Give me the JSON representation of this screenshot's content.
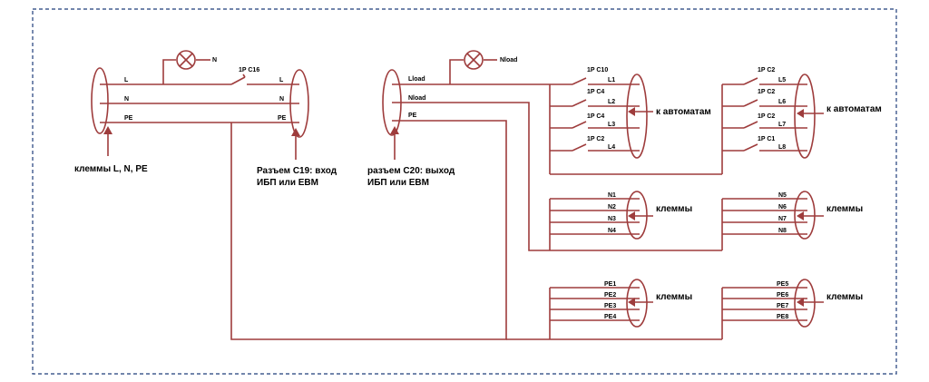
{
  "colors": {
    "wire": "#9e3c3c",
    "border": "#1f3d7a",
    "text": "#000000"
  },
  "input_block": {
    "labels": [
      "L",
      "N",
      "PE"
    ],
    "lamp_label": "N",
    "breaker_label": "1P C16",
    "c19_labels": [
      "L",
      "N",
      "PE"
    ],
    "caption": "клеммы L, N, PE",
    "c19_caption": [
      "Разъем C19: вход",
      "ИБП или ЕВМ"
    ]
  },
  "output_block": {
    "labels": [
      "Lload",
      "Nload",
      "PE"
    ],
    "lamp_label": "Nload",
    "caption": [
      "разъем C20: выход",
      "ИБП или ЕВМ"
    ]
  },
  "breakers_a": {
    "ratings": [
      "1P C10",
      "1P C4",
      "1P C4",
      "1P C2"
    ],
    "lines": [
      "L1",
      "L2",
      "L3",
      "L4"
    ],
    "caption": "к автоматам"
  },
  "breakers_b": {
    "ratings": [
      "1P C2",
      "1P C2",
      "1P C2",
      "1P C1"
    ],
    "lines": [
      "L5",
      "L6",
      "L7",
      "L8"
    ],
    "caption": "к автоматам"
  },
  "n_terminals_a": {
    "lines": [
      "N1",
      "N2",
      "N3",
      "N4"
    ],
    "caption": "клеммы"
  },
  "n_terminals_b": {
    "lines": [
      "N5",
      "N6",
      "N7",
      "N8"
    ],
    "caption": "клеммы"
  },
  "pe_terminals_a": {
    "lines": [
      "PE1",
      "PE2",
      "PE3",
      "PE4"
    ],
    "caption": "клеммы"
  },
  "pe_terminals_b": {
    "lines": [
      "PE5",
      "PE6",
      "PE7",
      "PE8"
    ],
    "caption": "клеммы"
  }
}
